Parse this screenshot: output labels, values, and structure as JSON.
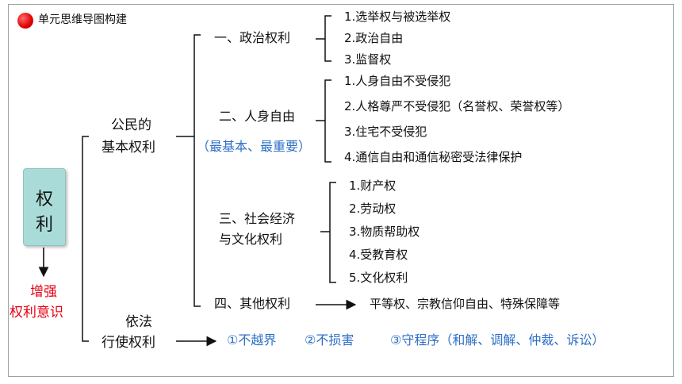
{
  "header": {
    "title": "单元思维导图构建"
  },
  "root": {
    "line1": "权",
    "line2": "利"
  },
  "outcome": {
    "line1": "增强",
    "line2": "权利意识"
  },
  "branch_rights": {
    "line1": "公民的",
    "line2": "基本权利",
    "political": {
      "label": "一、政治权利",
      "items": [
        "1.选举权与被选举权",
        "2.政治自由",
        "3.监督权"
      ]
    },
    "personal": {
      "label": "二、人身自由",
      "note": "（最基本、最重要）",
      "items": [
        "1.人身自由不受侵犯",
        "2.人格尊严不受侵犯（名誉权、荣誉权等）",
        "3.住宅不受侵犯",
        "4.通信自由和通信秘密受法律保护"
      ]
    },
    "socioeconomic": {
      "line1": "三、社会经济",
      "line2": "与文化权利",
      "items": [
        "1.财产权",
        "2.劳动权",
        "3.物质帮助权",
        "4.受教育权",
        "5.文化权利"
      ]
    },
    "other": {
      "label": "四、其他权利",
      "detail": "平等权、宗教信仰自由、特殊保障等"
    }
  },
  "branch_exercise": {
    "line1": "依法",
    "line2": "行使权利",
    "principles": [
      "①不越界",
      "②不损害",
      "③守程序（和解、调解、仲裁、诉讼）"
    ]
  }
}
